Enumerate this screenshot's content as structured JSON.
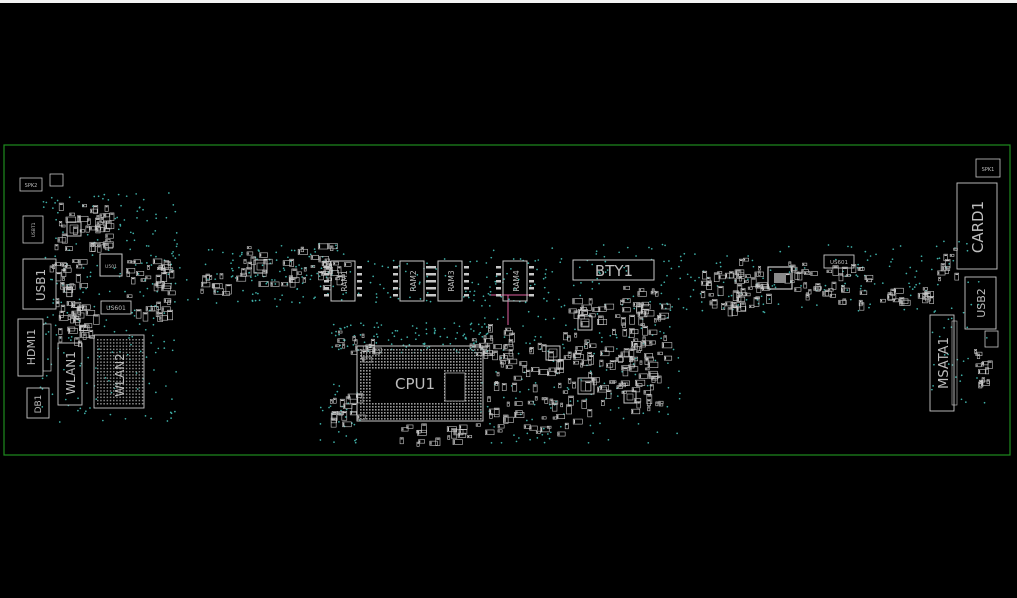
{
  "viewer": {
    "background": "#000000",
    "board_outline_color": "#1e8c1e",
    "part_color": "#c8c8c8",
    "via_color": "#3fb0a8",
    "trace_color": "#e060a0"
  },
  "components": [
    {
      "ref": "SPK2"
    },
    {
      "ref": "USBT1"
    },
    {
      "ref": "USB1"
    },
    {
      "ref": "HDMI1"
    },
    {
      "ref": "WLAN1"
    },
    {
      "ref": "WLAN2"
    },
    {
      "ref": "U501"
    },
    {
      "ref": "US601"
    },
    {
      "ref": "DB1"
    },
    {
      "ref": "RAM1"
    },
    {
      "ref": "RAM2"
    },
    {
      "ref": "RAM3"
    },
    {
      "ref": "RAM4"
    },
    {
      "ref": "CPU1"
    },
    {
      "ref": "BTY1"
    },
    {
      "ref": "US601"
    },
    {
      "ref": "SPK1"
    },
    {
      "ref": "CARD1"
    },
    {
      "ref": "USB2"
    },
    {
      "ref": "MSATA1"
    }
  ]
}
